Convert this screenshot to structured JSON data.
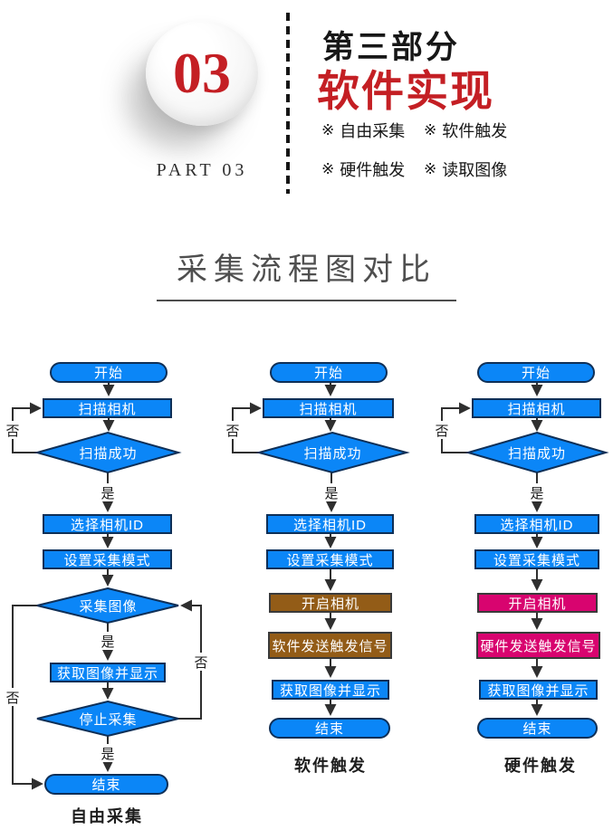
{
  "header": {
    "part_number": "03",
    "part_caption": "PART 03",
    "section_label": "第三部分",
    "section_title": "软件实现",
    "features": [
      {
        "marker": "※",
        "label": "自由采集"
      },
      {
        "marker": "※",
        "label": "软件触发"
      },
      {
        "marker": "※",
        "label": "硬件触发"
      },
      {
        "marker": "※",
        "label": "读取图像"
      }
    ]
  },
  "page": {
    "heading": "采集流程图对比"
  },
  "colors": {
    "accent_red": "#c41f24",
    "node_blue": "#0b86f7",
    "node_border_blue": "#0e2f57",
    "node_brown": "#935c17",
    "node_magenta": "#d8046f",
    "node_border_dark": "#3a3a3a",
    "arrow": "#2f2f2f"
  },
  "flowcharts": [
    {
      "caption": "自由采集",
      "yes": "是",
      "no": "否",
      "nodes": {
        "start": "开始",
        "scan": "扫描相机",
        "scan_ok": "扫描成功",
        "select_id": "选择相机ID",
        "set_mode": "设置采集模式",
        "grab": "采集图像",
        "display": "获取图像并显示",
        "stop": "停止采集",
        "end": "结束"
      }
    },
    {
      "caption": "软件触发",
      "yes": "是",
      "no": "否",
      "nodes": {
        "start": "开始",
        "scan": "扫描相机",
        "scan_ok": "扫描成功",
        "select_id": "选择相机ID",
        "set_mode": "设置采集模式",
        "open_camera": "开启相机",
        "trigger": "软件发送触发信号",
        "display": "获取图像并显示",
        "end": "结束"
      }
    },
    {
      "caption": "硬件触发",
      "yes": "是",
      "no": "否",
      "nodes": {
        "start": "开始",
        "scan": "扫描相机",
        "scan_ok": "扫描成功",
        "select_id": "选择相机ID",
        "set_mode": "设置采集模式",
        "open_camera": "开启相机",
        "trigger": "硬件发送触发信号",
        "display": "获取图像并显示",
        "end": "结束"
      }
    }
  ]
}
